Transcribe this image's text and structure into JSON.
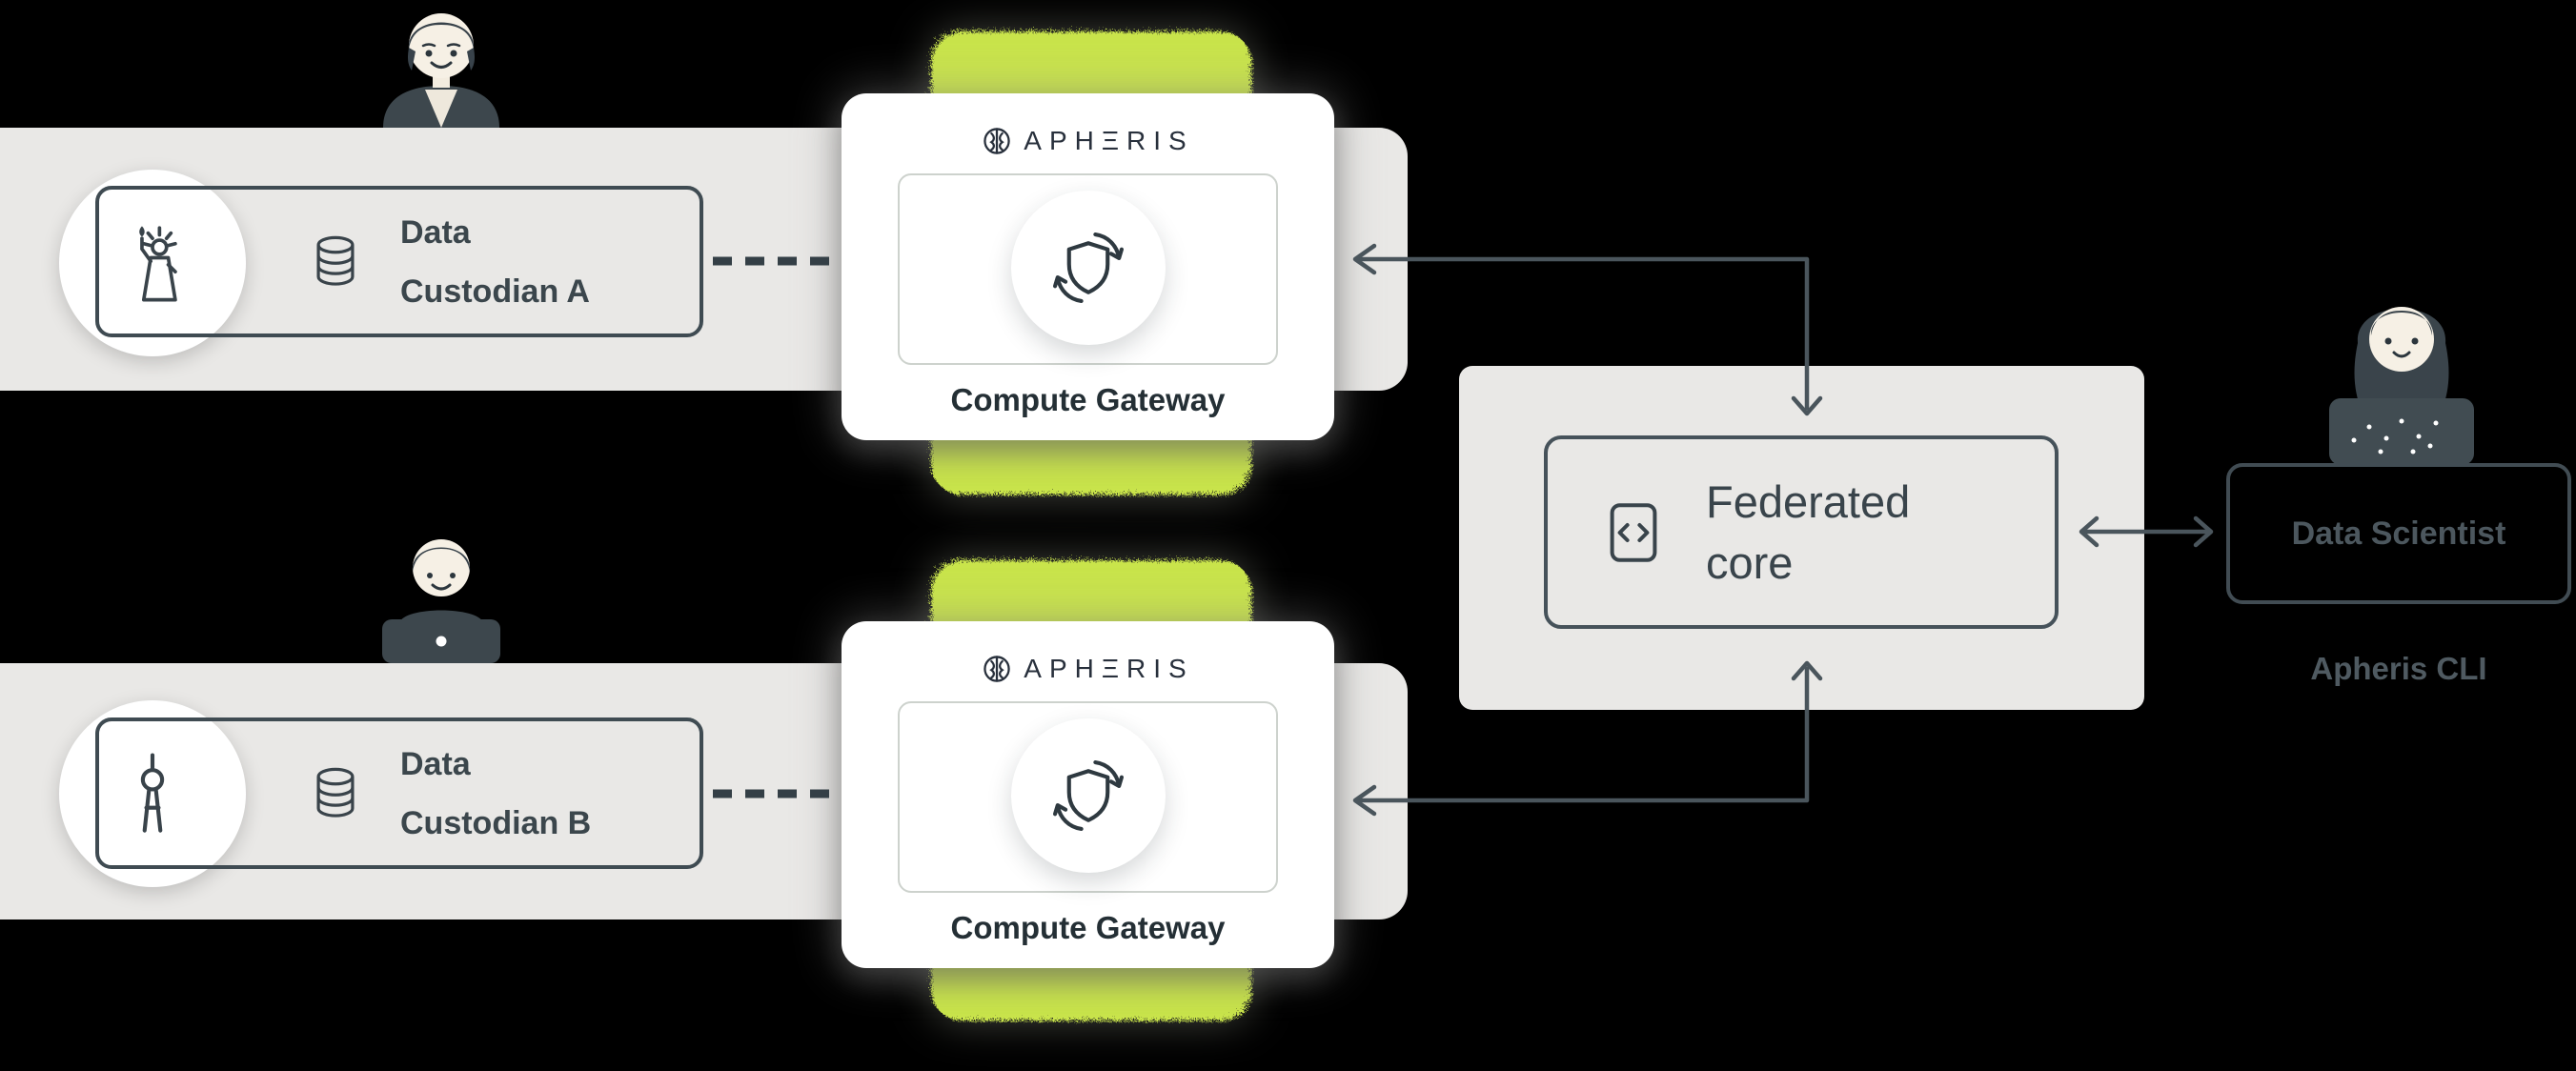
{
  "colors": {
    "background": "#000000",
    "panel_gray": "#e9e8e6",
    "accent_green": "#c9e44c",
    "outline_dark": "#3f4b52",
    "card_white": "#ffffff",
    "text_dark": "#3b464c"
  },
  "custodians": [
    {
      "line1": "Data",
      "line2": "Custodian A",
      "badge_icon": "statue-of-liberty-icon",
      "data_icon": "database-icon"
    },
    {
      "line1": "Data",
      "line2": "Custodian B",
      "badge_icon": "tv-tower-icon",
      "data_icon": "database-icon"
    }
  ],
  "gateways": [
    {
      "logo": "APHΞRIS",
      "logo_icon": "brain-icon",
      "label": "Compute Gateway",
      "icon": "shield-sync-icon"
    },
    {
      "logo": "APHΞRIS",
      "logo_icon": "brain-icon",
      "label": "Compute Gateway",
      "icon": "shield-sync-icon"
    }
  ],
  "federated_core": {
    "line1": "Federated",
    "line2": "core",
    "icon": "code-file-icon"
  },
  "data_scientist": {
    "label": "Data Scientist",
    "caption": "Apheris CLI"
  }
}
